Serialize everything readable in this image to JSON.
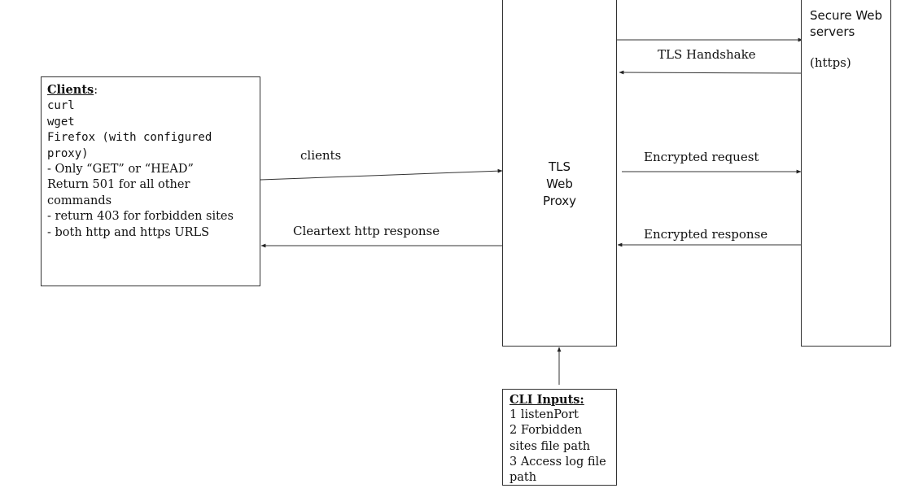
{
  "clients": {
    "heading": "Clients",
    "colon": ":",
    "tools": [
      "curl",
      "wget",
      "Firefox (with configured",
      "proxy)"
    ],
    "rules": [
      "- Only “GET” or “HEAD”",
      "Return 501 for all other",
      "commands",
      "- return 403 for forbidden sites",
      "- both http and https URLS"
    ]
  },
  "proxy": {
    "label_lines": [
      "TLS",
      "Web",
      "Proxy"
    ]
  },
  "servers": {
    "label_lines": [
      "Secure Web",
      "servers"
    ],
    "protocol": "(https)"
  },
  "cli": {
    "heading": "CLI Inputs:",
    "lines": [
      "1 listenPort",
      "2 Forbidden",
      "sites file path",
      "3 Access log file",
      "path"
    ]
  },
  "edges": {
    "clients_request": "clients",
    "cleartext_response": "Cleartext http response",
    "tls_handshake": "TLS Handshake",
    "encrypted_request": "Encrypted request",
    "encrypted_response": "Encrypted response"
  }
}
